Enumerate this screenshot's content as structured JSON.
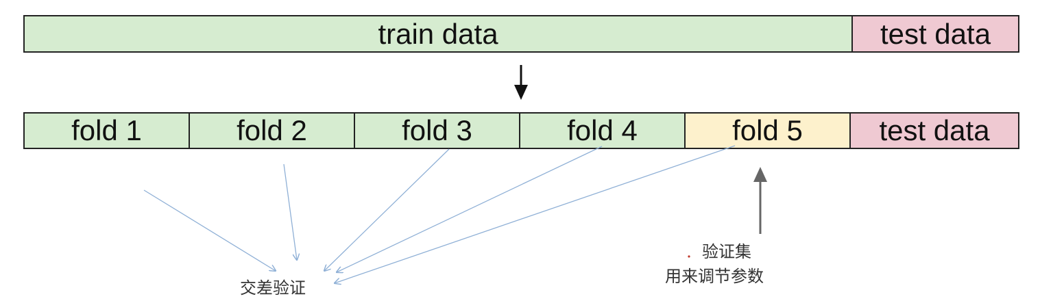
{
  "top_bar": {
    "train_label": "train data",
    "test_label": "test data"
  },
  "fold_bar": {
    "folds": [
      "fold 1",
      "fold 2",
      "fold 3",
      "fold 4",
      "fold 5"
    ],
    "test_label": "test data"
  },
  "annotations": {
    "cross_validation": "交差验证",
    "validation_set": "验证集",
    "validation_purpose": "用来调节参数"
  },
  "colors": {
    "train": "#d6ecd0",
    "test": "#efc9d2",
    "validation": "#fdf1cc",
    "guide_arrows": "#8fb0d6",
    "main_arrows": "#222222"
  }
}
